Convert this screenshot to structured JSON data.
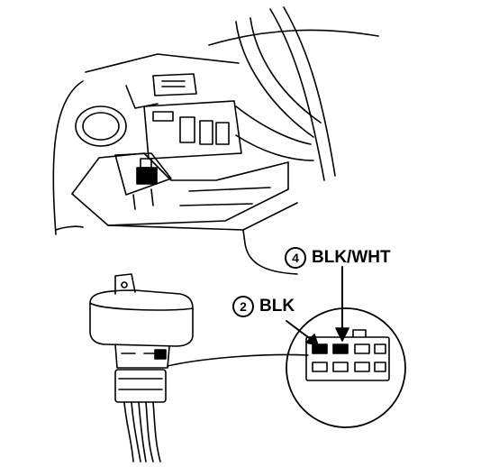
{
  "callouts": {
    "terminal_4": {
      "number": "4",
      "label": "BLK/WHT"
    },
    "terminal_2": {
      "number": "2",
      "label": "BLK"
    }
  },
  "colors": {
    "ink": "#000000",
    "paper": "#ffffff"
  }
}
